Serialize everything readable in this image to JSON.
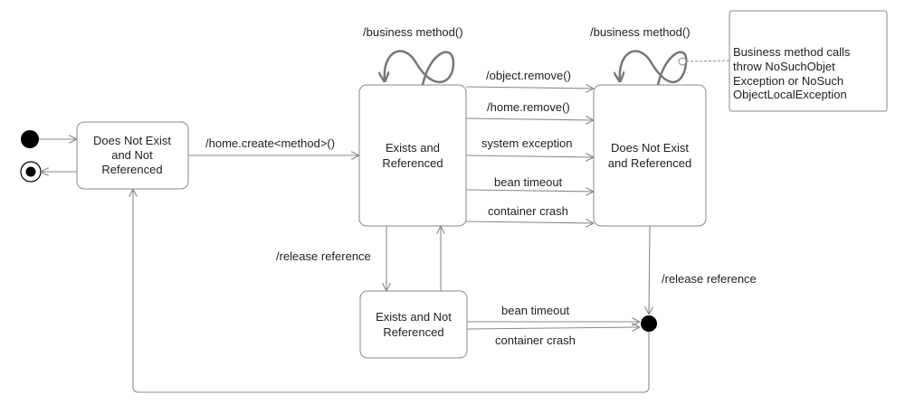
{
  "colors": {
    "line": "#8a8a8a",
    "text": "#222222",
    "fill": "#ffffff",
    "dot": "#000000"
  },
  "states": {
    "dne_nr": [
      "Does Not Exist",
      "and Not",
      "Referenced"
    ],
    "exists_ref": [
      "Exists and",
      "Referenced"
    ],
    "dne_ref": [
      "Does Not Exist",
      "and Referenced"
    ],
    "exists_nr": [
      "Exists and Not",
      "Referenced"
    ]
  },
  "transitions": {
    "create": "/home.create<method>()",
    "object_remove": "/object.remove()",
    "home_remove": "/home.remove()",
    "system_exception": "system exception",
    "bean_timeout": "bean timeout",
    "container_crash": "container crash",
    "release_reference": "/release reference",
    "business_method": "/business method()"
  },
  "note": [
    "Business method calls",
    "throw NoSuchObjet",
    "Exception or NoSuch",
    "ObjectLocalException"
  ]
}
